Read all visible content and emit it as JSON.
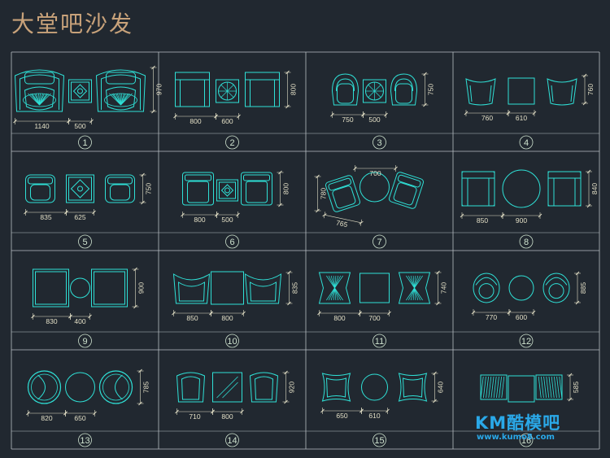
{
  "title": "大堂吧沙发",
  "colors": {
    "background": "#212830",
    "grid": "#b8bec4",
    "furniture": "#2fe0d6",
    "dimension": "#e3dfc6",
    "title": "#c8a27a",
    "watermark": "#2aa8e8"
  },
  "cells": [
    {
      "number": "1",
      "kind": "lounge-ornate",
      "dims": [
        "1140",
        "500",
        "970"
      ]
    },
    {
      "number": "2",
      "kind": "boxy-wide",
      "dims": [
        "800",
        "600",
        "800"
      ]
    },
    {
      "number": "3",
      "kind": "round-back",
      "dims": [
        "750",
        "500",
        "750"
      ]
    },
    {
      "number": "4",
      "kind": "tub",
      "dims": [
        "760",
        "610",
        "760"
      ]
    },
    {
      "number": "5",
      "kind": "soft-square",
      "dims": [
        "835",
        "625",
        "750"
      ]
    },
    {
      "number": "6",
      "kind": "cube",
      "dims": [
        "800",
        "500",
        "800"
      ]
    },
    {
      "number": "7",
      "kind": "angled",
      "dims": [
        "700",
        "765",
        "780"
      ]
    },
    {
      "number": "8",
      "kind": "club",
      "dims": [
        "850",
        "900",
        "840"
      ]
    },
    {
      "number": "9",
      "kind": "square-plain",
      "dims": [
        "830",
        "400",
        "900"
      ]
    },
    {
      "number": "10",
      "kind": "curved-wing",
      "dims": [
        "850",
        "800",
        "835"
      ]
    },
    {
      "number": "11",
      "kind": "pleated",
      "dims": [
        "800",
        "700",
        "740"
      ]
    },
    {
      "number": "12",
      "kind": "egg-round",
      "dims": [
        "770",
        "600",
        "885"
      ]
    },
    {
      "number": "13",
      "kind": "oval-shell",
      "dims": [
        "820",
        "650",
        "785"
      ]
    },
    {
      "number": "14",
      "kind": "slipper",
      "dims": [
        "710",
        "800",
        "920"
      ]
    },
    {
      "number": "15",
      "kind": "pillow",
      "dims": [
        "650",
        "610",
        "640"
      ]
    },
    {
      "number": "16",
      "kind": "bench-striped",
      "dims": [
        "585"
      ]
    }
  ],
  "watermark": {
    "brand": "KM酷模吧",
    "url": "www.kumo8.com"
  }
}
